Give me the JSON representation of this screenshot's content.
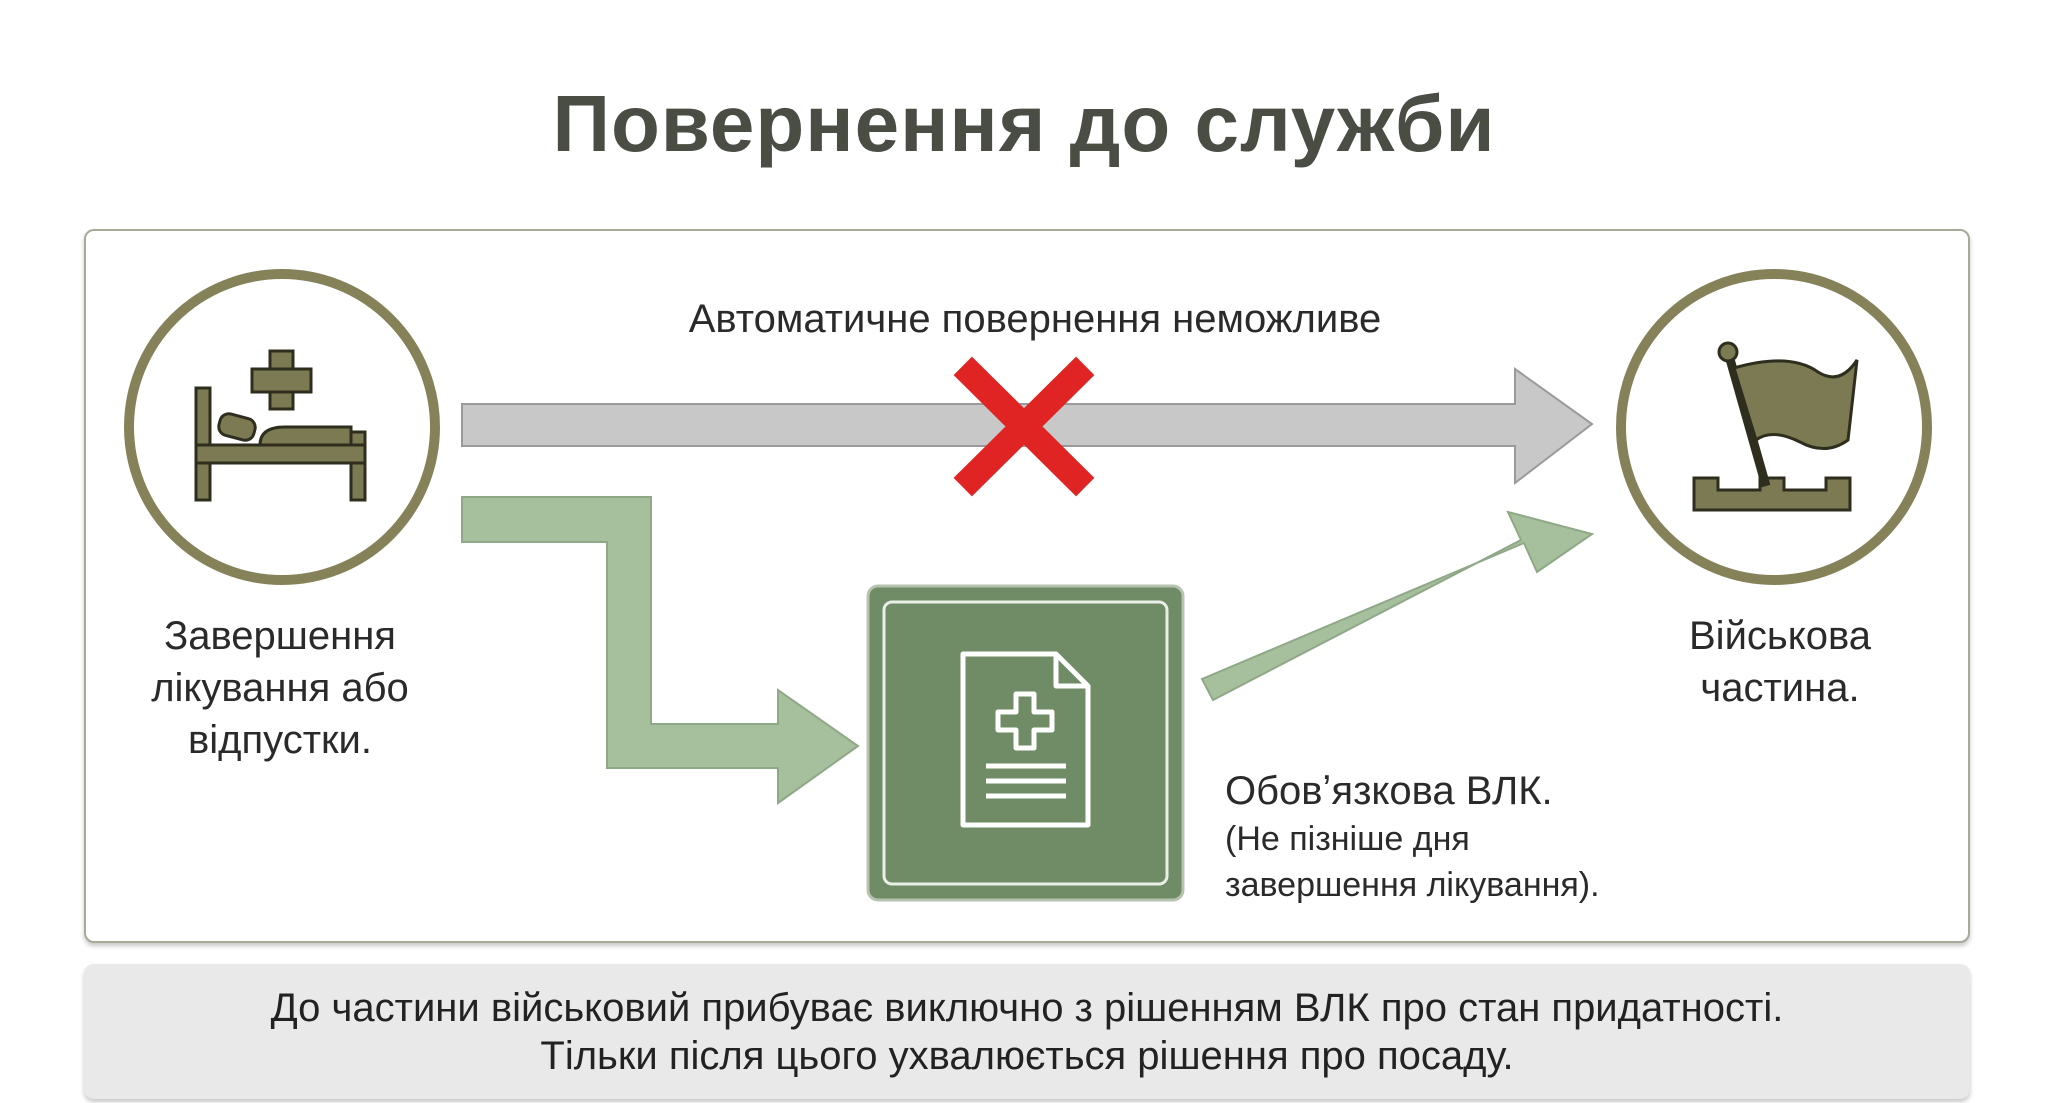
{
  "title": "Повернення до служби",
  "nodes": {
    "start": {
      "line1": "Завершення",
      "line2": "лікування або",
      "line3": "відпустки.",
      "icon": "hospital-bed-icon"
    },
    "end": {
      "line1": "Військова",
      "line2": "частина.",
      "icon": "flag-icon"
    },
    "vlk": {
      "icon": "medical-document-icon"
    }
  },
  "paths": {
    "automatic": {
      "label": "Автоматичне повернення неможливе",
      "status_icon": "cross-mark-icon"
    },
    "vlk": {
      "main": "Обовʼязкова ВЛК.",
      "sub1": "(Не пізніше дня",
      "sub2": "завершення лікування)."
    }
  },
  "note": {
    "line1": "До частини військовий прибуває виключно з рішенням ВЛК про стан придатності.",
    "line2": "Тільки після цього ухвалюється рішення про посаду."
  },
  "colors": {
    "olive": "#7c7a52",
    "olive_ring": "#85825a",
    "green_arrow": "#a6c09e",
    "grey_arrow": "#c8c8c8",
    "doc_box": "#6f8c66",
    "cross": "#e02424"
  }
}
